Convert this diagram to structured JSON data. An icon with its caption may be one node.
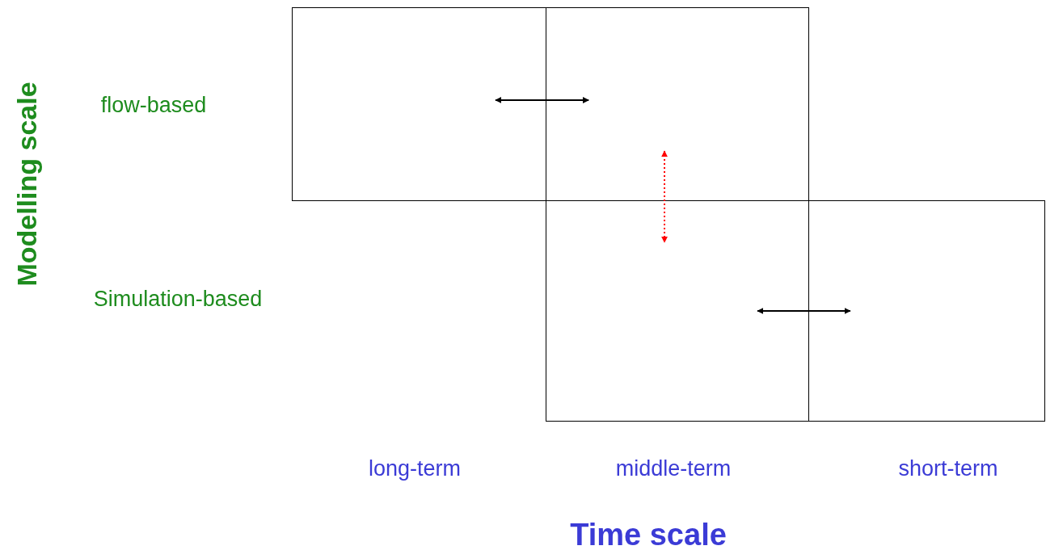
{
  "diagram": {
    "nodes": [
      {
        "text": [],
        "shape": "box"
      },
      {
        "text": [],
        "shape": "box"
      },
      {
        "text": [],
        "shape": "box"
      },
      {
        "text": [],
        "shape": "box"
      }
    ],
    "edges": [
      {
        "from": 0,
        "to": 1,
        "arrow": "both"
      },
      {
        "from": 1,
        "to": 2,
        "arrow": "both",
        "style": "dashed",
        "color": "#ff0000"
      },
      {
        "from": 2,
        "to": 3,
        "arrow": "both"
      }
    ],
    "labels": [
      "Modelling scale",
      "flow-based",
      "Simulation-based",
      "long-term",
      "middle-term",
      "short-term",
      "Time scale"
    ]
  }
}
